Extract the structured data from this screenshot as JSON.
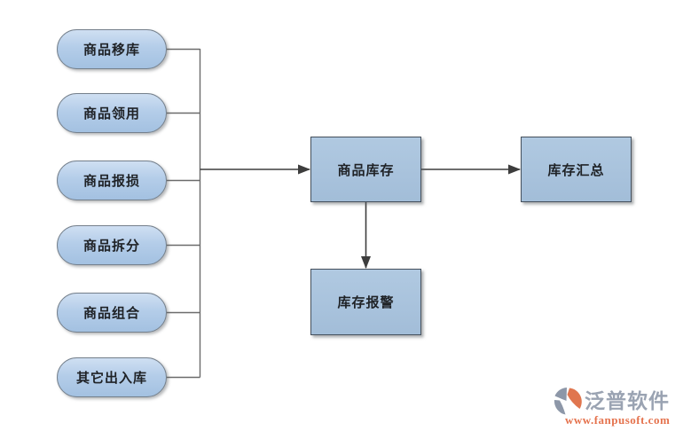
{
  "diagram": {
    "source_nodes": [
      {
        "label": "商品移库"
      },
      {
        "label": "商品领用"
      },
      {
        "label": "商品报损"
      },
      {
        "label": "商品拆分"
      },
      {
        "label": "商品组合"
      },
      {
        "label": "其它出入库"
      }
    ],
    "center_node": {
      "label": "商品库存"
    },
    "right_node": {
      "label": "库存汇总"
    },
    "bottom_node": {
      "label": "库存报警"
    },
    "colors": {
      "node_fill": "#a8c2dc",
      "node_fill_light": "#cfdff2",
      "stadium_border": "#75808c",
      "box_border": "#45505c",
      "connector_line": "#6b6b6b",
      "arrow_line": "#3d3d3d",
      "label_text": "#1f2226"
    }
  },
  "watermark": {
    "brand": "泛普软件",
    "url": "www.fanpusoft.com",
    "brand_color": "#9aa3b2",
    "url_color": "#e5734e",
    "icon": "fanpu-logo-icon",
    "icon_colors": {
      "swoosh_gray": "#8d97a8",
      "swoosh_orange": "#e0764f"
    }
  }
}
